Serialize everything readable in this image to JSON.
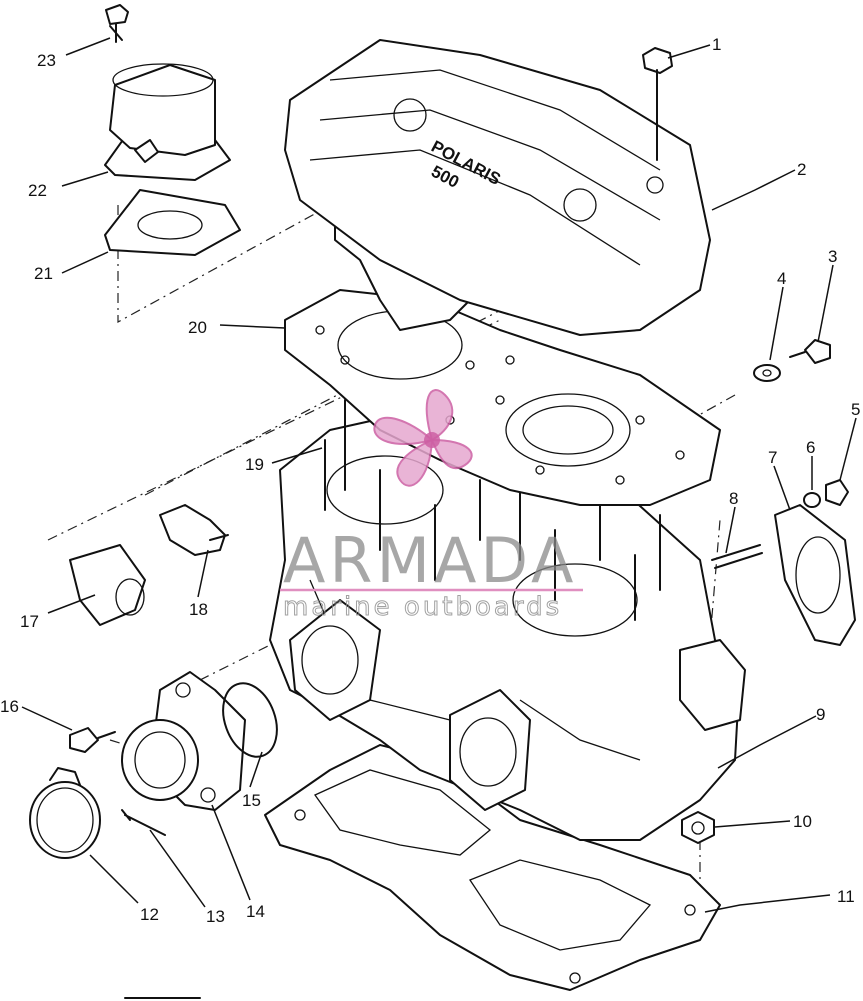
{
  "callouts": [
    {
      "id": "1",
      "label": "1"
    },
    {
      "id": "2",
      "label": "2"
    },
    {
      "id": "3",
      "label": "3"
    },
    {
      "id": "4",
      "label": "4"
    },
    {
      "id": "5",
      "label": "5"
    },
    {
      "id": "6",
      "label": "6"
    },
    {
      "id": "7",
      "label": "7"
    },
    {
      "id": "8",
      "label": "8"
    },
    {
      "id": "9",
      "label": "9"
    },
    {
      "id": "10",
      "label": "10"
    },
    {
      "id": "11",
      "label": "11"
    },
    {
      "id": "12",
      "label": "12"
    },
    {
      "id": "13",
      "label": "13"
    },
    {
      "id": "14",
      "label": "14"
    },
    {
      "id": "15",
      "label": "15"
    },
    {
      "id": "16",
      "label": "16"
    },
    {
      "id": "17",
      "label": "17"
    },
    {
      "id": "18",
      "label": "18"
    },
    {
      "id": "19",
      "label": "19"
    },
    {
      "id": "20",
      "label": "20"
    },
    {
      "id": "21",
      "label": "21"
    },
    {
      "id": "22",
      "label": "22"
    },
    {
      "id": "23",
      "label": "23"
    }
  ],
  "cover_brand": "POLARIS",
  "cover_model": "500",
  "watermark": {
    "main": "ARMADA",
    "sub": "marine outboards",
    "accent_color": "#e08fc0"
  }
}
